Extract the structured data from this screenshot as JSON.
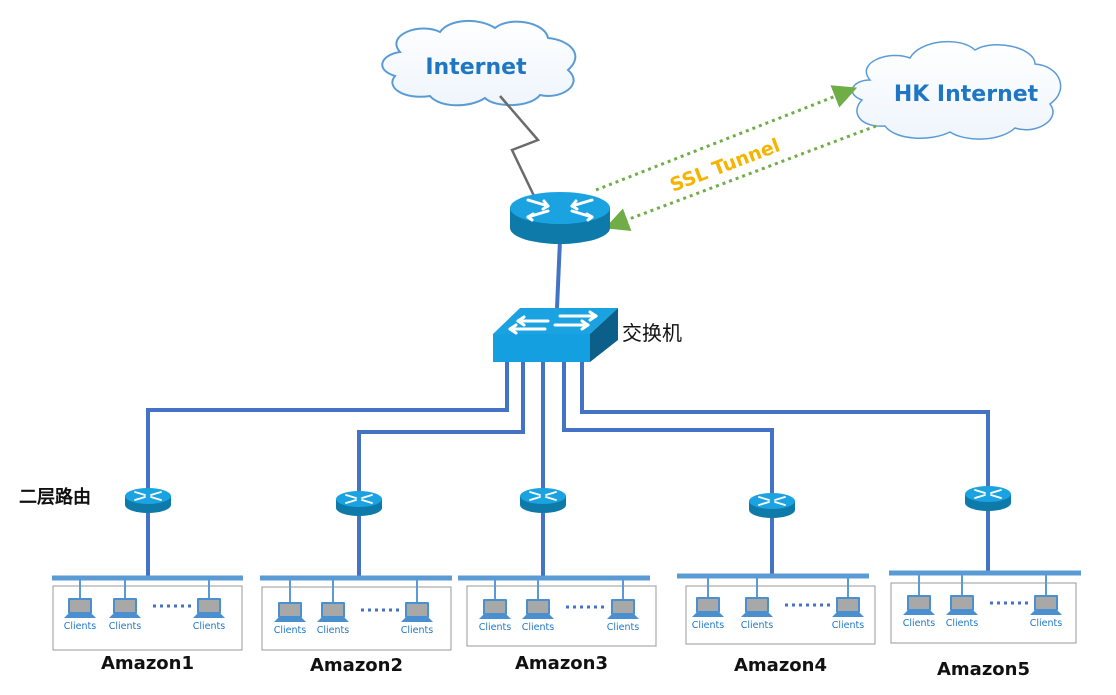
{
  "clouds": {
    "internet": "Internet",
    "hk_internet": "HK Internet"
  },
  "tunnel": {
    "label": "SSL Tunnel",
    "color": "#70ad47"
  },
  "switch": {
    "label": "交换机"
  },
  "layer2_router_label": "二层路由",
  "colors": {
    "link": "#4472c4",
    "lan_bus": "#5b9bd5",
    "cloud_text": "#1f77c4",
    "ssl_text": "#f5b400",
    "device_top": "#1aa3e0",
    "device_side": "#0e7aaa"
  },
  "groups": [
    {
      "name": "Amazon1",
      "clients": [
        "Clients",
        "Clients",
        "Clients"
      ],
      "ellipsis": "......"
    },
    {
      "name": "Amazon2",
      "clients": [
        "Clients",
        "Clients",
        "Clients"
      ],
      "ellipsis": "......"
    },
    {
      "name": "Amazon3",
      "clients": [
        "Clients",
        "Clients",
        "Clients"
      ],
      "ellipsis": "......"
    },
    {
      "name": "Amazon4",
      "clients": [
        "Clients",
        "Clients",
        "Clients"
      ],
      "ellipsis": "......"
    },
    {
      "name": "Amazon5",
      "clients": [
        "Clients",
        "Clients",
        "Clients"
      ],
      "ellipsis": "......"
    }
  ]
}
